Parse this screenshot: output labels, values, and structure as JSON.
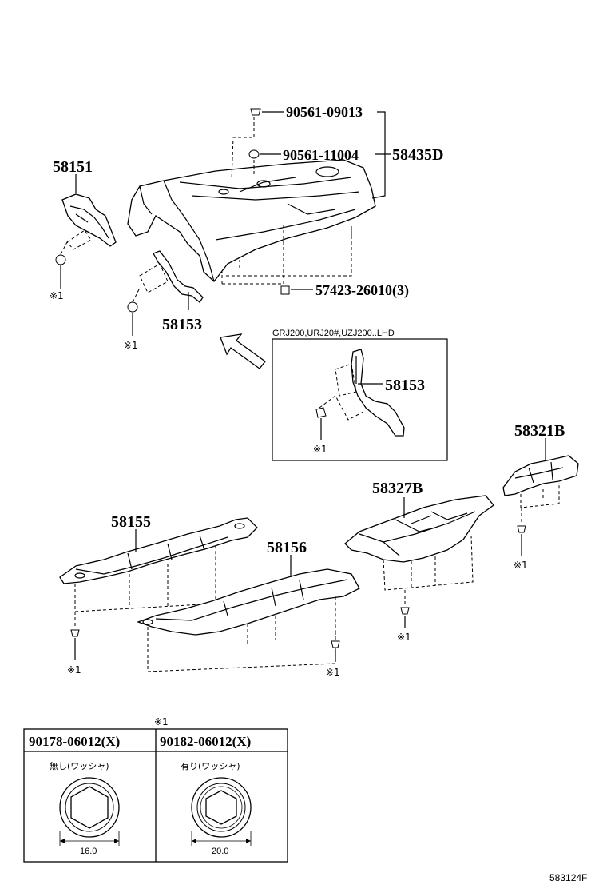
{
  "parts": {
    "p58151": "58151",
    "p58153a": "58153",
    "p58153b": "58153",
    "p90561a": "90561-09013",
    "p90561b": "90561-11004",
    "p58435D": "58435D",
    "p57423": "57423-26010(3)",
    "p58321B": "58321B",
    "p58327B": "58327B",
    "p58155": "58155",
    "p58156": "58156"
  },
  "notes": {
    "ref": "※1",
    "inset_caption": "GRJ200,URJ20#,UZJ200..LHD",
    "table_ref": "※1",
    "drawing_code": "583124F"
  },
  "table": {
    "col1_part": "90178-06012(X)",
    "col2_part": "90182-06012(X)",
    "col1_desc": "無し(ワッシャ)",
    "col2_desc": "有り(ワッシャ)",
    "col1_dim": "16.0",
    "col2_dim": "20.0"
  }
}
